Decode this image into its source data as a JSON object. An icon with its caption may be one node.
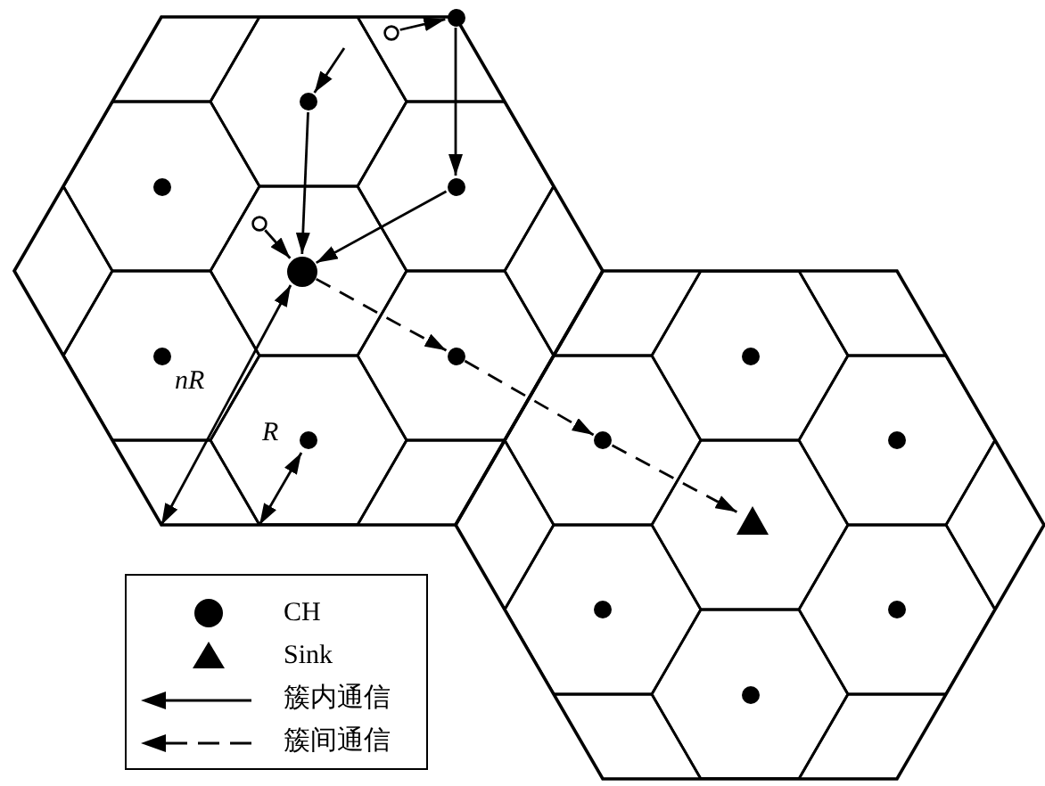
{
  "diagram": {
    "nodes": [
      {
        "text": [],
        "shape": "circle"
      },
      {
        "text": [],
        "shape": "circle"
      },
      {
        "text": [],
        "shape": "circle"
      },
      {
        "text": [],
        "shape": "circle"
      },
      {
        "text": [],
        "shape": "circle"
      },
      {
        "text": [],
        "shape": "circle"
      },
      {
        "text": [],
        "shape": "circle"
      },
      {
        "text": [],
        "shape": "circle"
      },
      {
        "text": [],
        "shape": "circle"
      },
      {
        "text": [],
        "shape": "circle"
      },
      {
        "text": [],
        "shape": "circle"
      },
      {
        "text": [],
        "shape": "circle"
      },
      {
        "text": [],
        "shape": "circle"
      },
      {
        "text": [],
        "shape": "triangle"
      },
      {
        "text": [],
        "shape": "circle"
      },
      {
        "text": [],
        "shape": "circle"
      },
      {
        "text": [],
        "shape": "circle"
      }
    ],
    "edges": [
      {
        "from": 1,
        "to": 0,
        "arrow": "to"
      },
      {
        "from": null,
        "to": 2,
        "arrow": "to"
      },
      {
        "from": 0,
        "to": 4,
        "arrow": "to"
      },
      {
        "from": 2,
        "to": 6,
        "arrow": "to"
      },
      {
        "from": 4,
        "to": 6,
        "arrow": "to"
      },
      {
        "from": 5,
        "to": 6,
        "arrow": "to"
      },
      {
        "from": 6,
        "to": 8,
        "arrow": "to",
        "style": "dashed"
      },
      {
        "from": 8,
        "to": 11,
        "arrow": "to",
        "style": "dashed"
      },
      {
        "from": 11,
        "to": 13,
        "arrow": "to",
        "style": "dashed"
      }
    ],
    "labels": [
      "nR",
      "R"
    ],
    "legend": [
      {
        "text": "CH"
      },
      {
        "text": "Sink"
      },
      {
        "text": "簇内通信"
      },
      {
        "text": "簇间通信"
      }
    ]
  }
}
